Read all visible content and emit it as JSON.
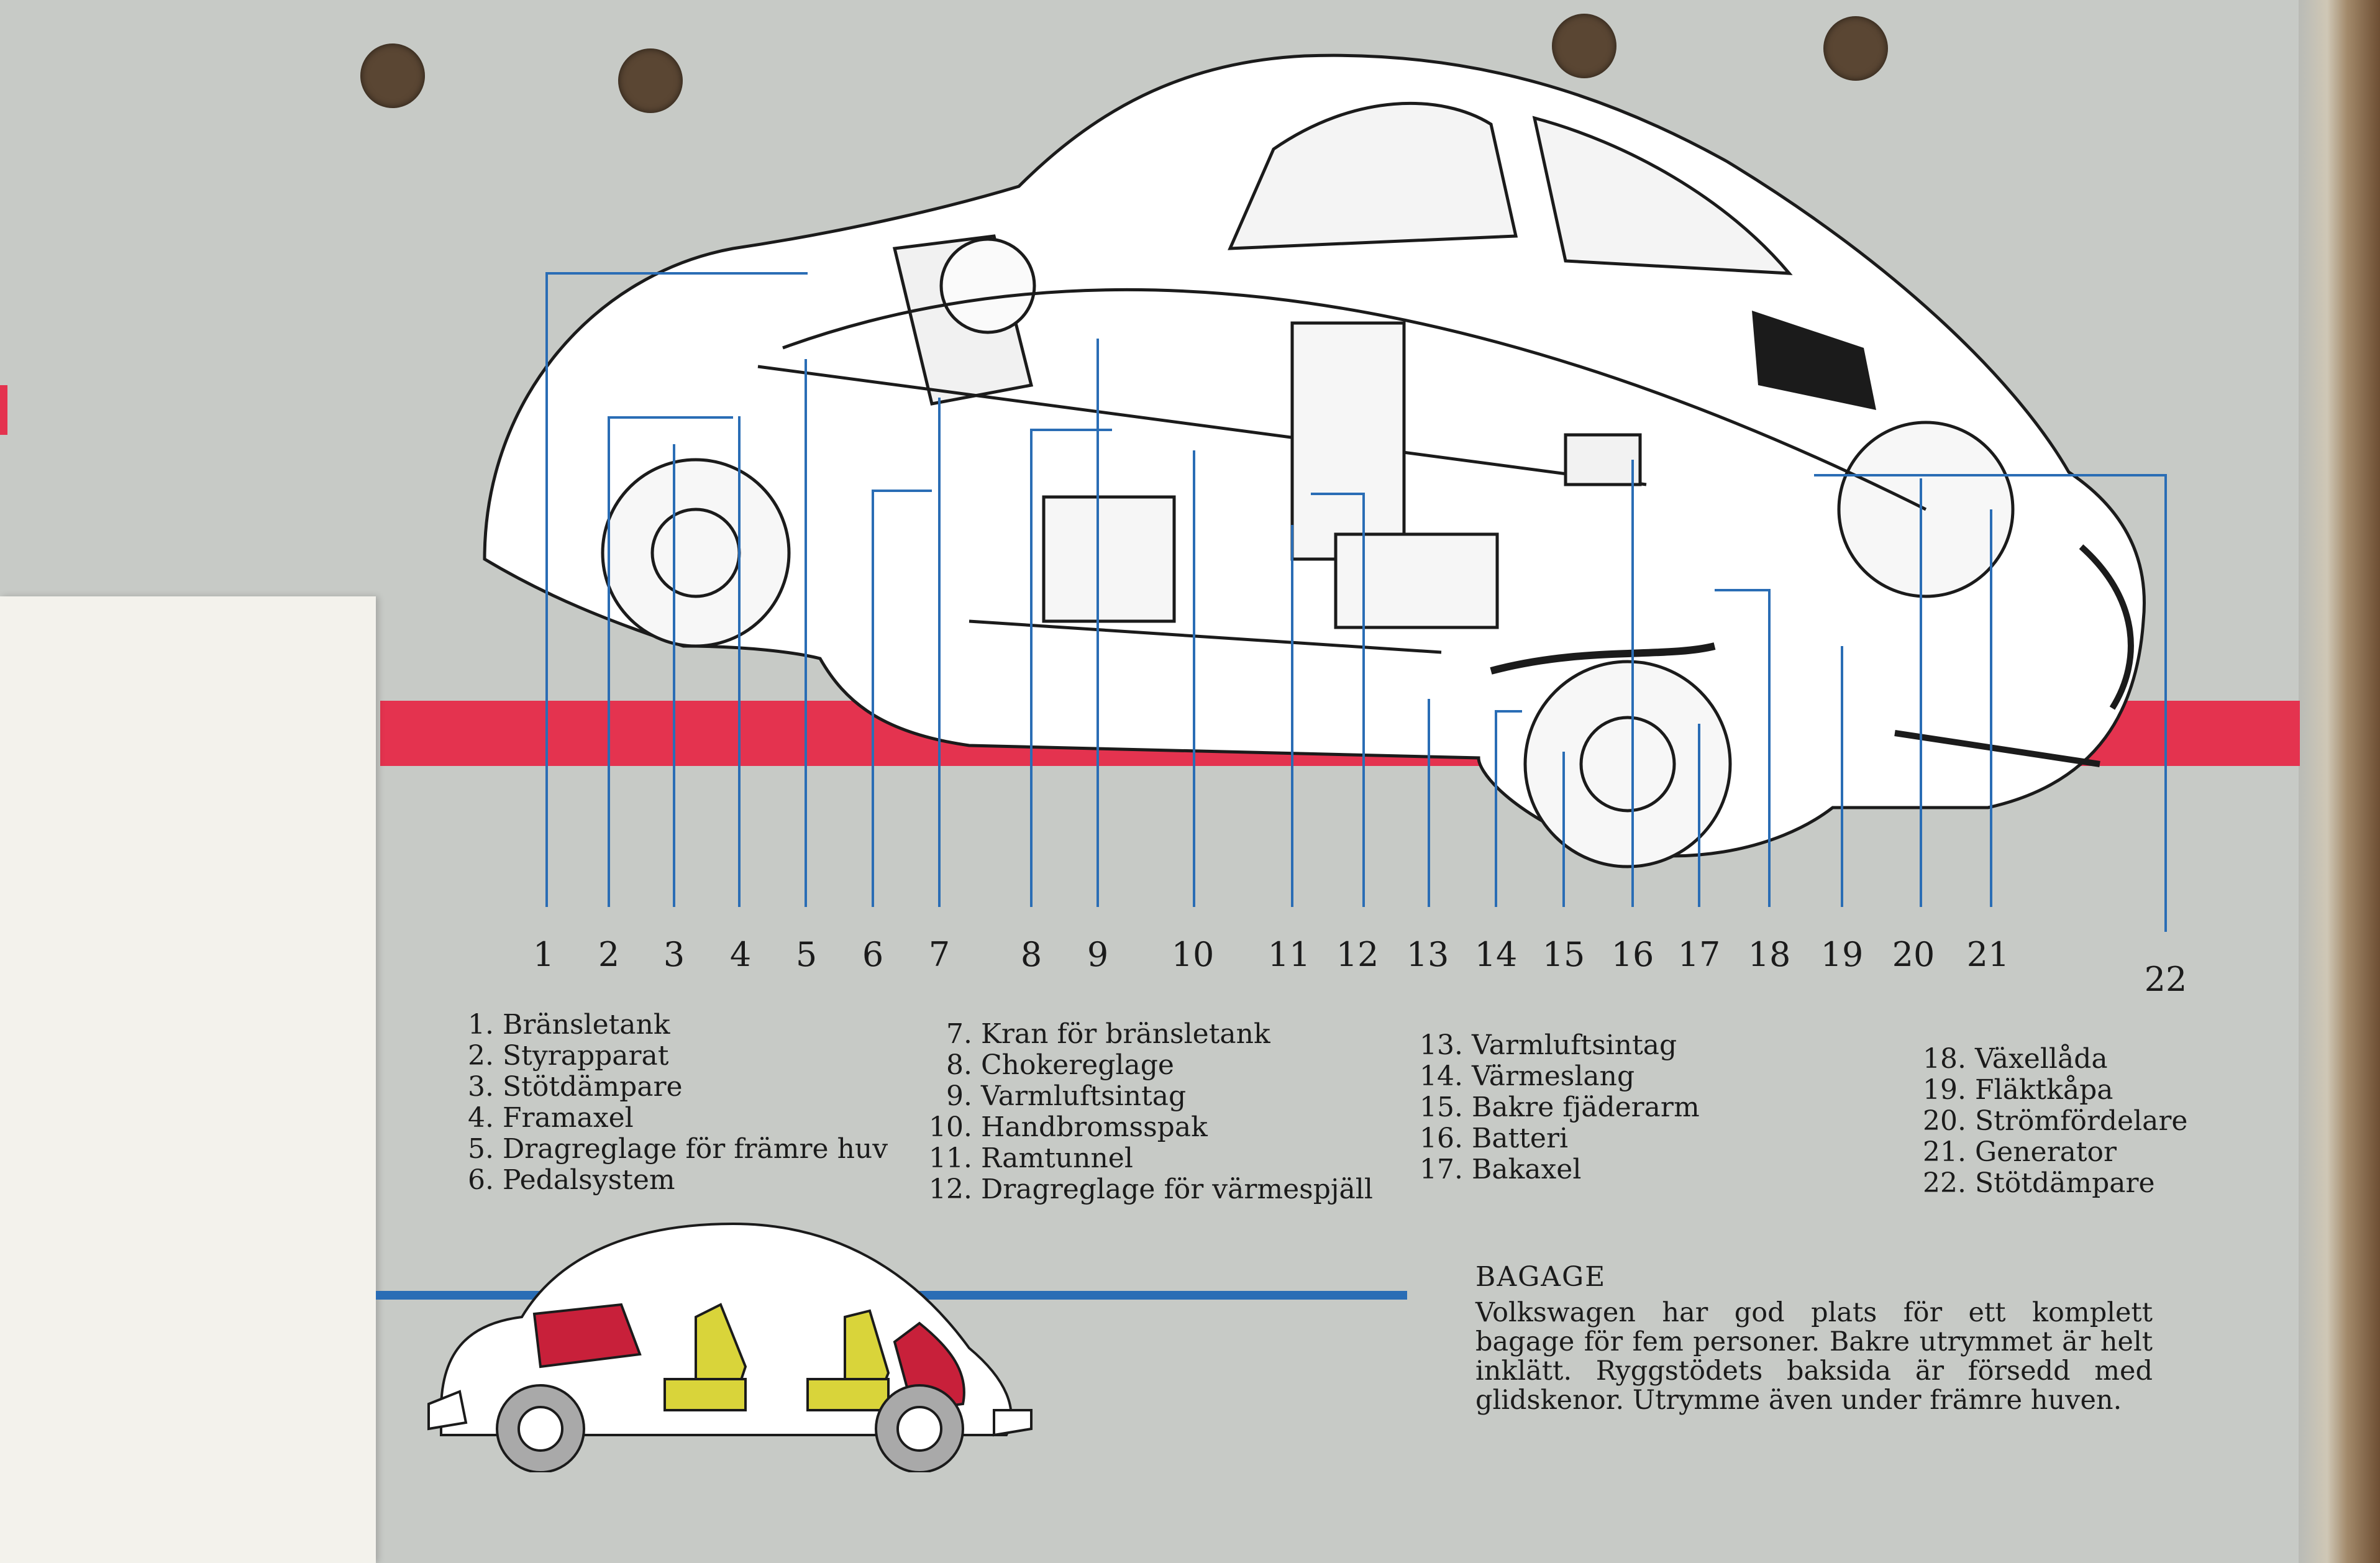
{
  "numbers": [
    "1",
    "2",
    "3",
    "4",
    "5",
    "6",
    "7",
    "8",
    "9",
    "10",
    "11",
    "12",
    "13",
    "14",
    "15",
    "16",
    "17",
    "18",
    "19",
    "20",
    "21",
    "22"
  ],
  "legend": {
    "col1": [
      {
        "n": "1.",
        "label": "Bränsletank"
      },
      {
        "n": "2.",
        "label": "Styrapparat"
      },
      {
        "n": "3.",
        "label": "Stötdämpare"
      },
      {
        "n": "4.",
        "label": "Framaxel"
      },
      {
        "n": "5.",
        "label": "Dragreglage för främre huv"
      },
      {
        "n": "6.",
        "label": "Pedalsystem"
      }
    ],
    "col2": [
      {
        "n": "7.",
        "label": "Kran för bränsletank"
      },
      {
        "n": "8.",
        "label": "Chokereglage"
      },
      {
        "n": "9.",
        "label": "Varmluftsintag"
      },
      {
        "n": "10.",
        "label": "Handbromsspak"
      },
      {
        "n": "11.",
        "label": "Ramtunnel"
      },
      {
        "n": "12.",
        "label": "Dragreglage för värmespjäll"
      }
    ],
    "col3": [
      {
        "n": "13.",
        "label": "Varmluftsintag"
      },
      {
        "n": "14.",
        "label": "Värmeslang"
      },
      {
        "n": "15.",
        "label": "Bakre fjäderarm"
      },
      {
        "n": "16.",
        "label": "Batteri"
      },
      {
        "n": "17.",
        "label": "Bakaxel"
      }
    ],
    "col4": [
      {
        "n": "18.",
        "label": "Växellåda"
      },
      {
        "n": "19.",
        "label": "Fläktkåpa"
      },
      {
        "n": "20.",
        "label": "Strömfördelare"
      },
      {
        "n": "21.",
        "label": "Generator"
      },
      {
        "n": "22.",
        "label": "Stötdämpare"
      }
    ]
  },
  "bagage": {
    "title": "BAGAGE",
    "text": "Volkswagen har god plats för ett komplett bagage för fem personer. Bakre utrymmet är helt inklätt. Ryggstödets baksida är försedd med glidskenor. Utrymme även under främre huven."
  },
  "colors": {
    "page": "#c7cac6",
    "stripe_red": "#e4334f",
    "leader_blue": "#2a6db5",
    "accent_red": "#c8203a",
    "seat_yellow": "#d9d43a",
    "ink": "#1b1b1b"
  }
}
